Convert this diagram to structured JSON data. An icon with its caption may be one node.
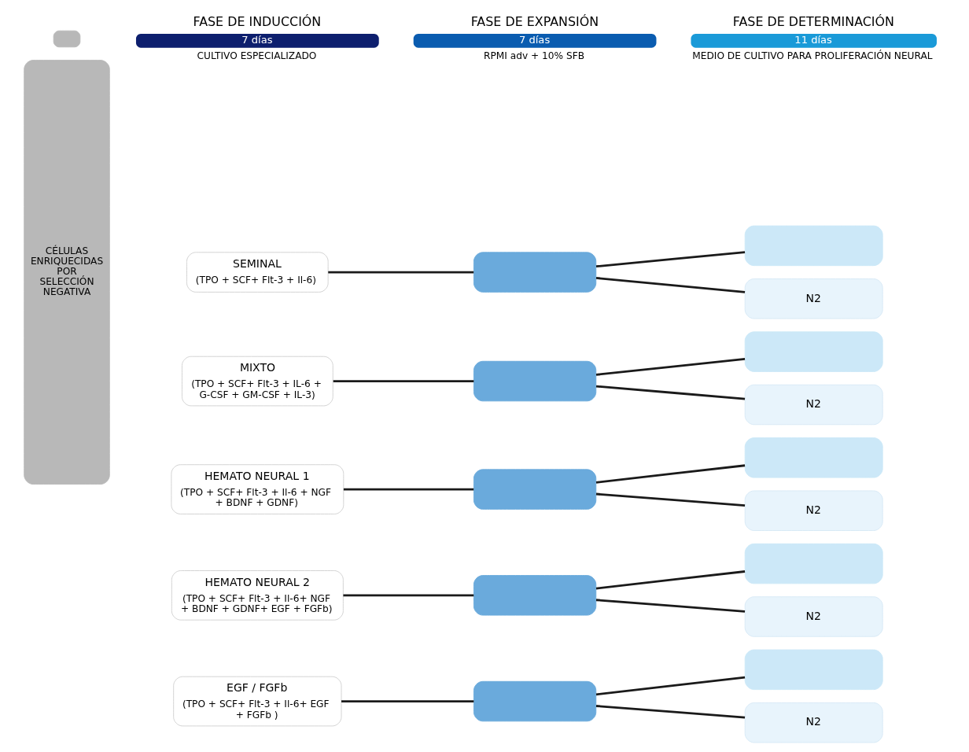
{
  "diagram": {
    "nodes": [
      {
        "text": [],
        "shape": "box"
      },
      {
        "text": [
          "FASE DE INDUCCIÓN",
          "7 días"
        ],
        "beside": [
          "CULTIVO ESPECIALIZADO"
        ]
      },
      {
        "text": [
          "FASE DE EXPANSIÓN",
          "7 días"
        ],
        "beside": [
          "RPMI adv + 10% SFB"
        ]
      },
      {
        "text": [
          "FASE DE DETERMINACIÓN",
          "11 días"
        ],
        "beside": [
          "MEDIO DE CULTIVO PARA PROLIFERACIÓN NEURAL"
        ]
      },
      {
        "text": [
          "CÉLULAS ENRIQUECIDAS POR SELECCIÓN NEGATIVA"
        ]
      },
      {
        "text": [
          "SEMINAL",
          "(TPO + SCF+ Flt-3 + Il-6)"
        ]
      },
      {
        "text": [],
        "shape": "box"
      },
      {
        "text": [
          "N2"
        ]
      },
      {
        "text": [],
        "shape": "box"
      },
      {
        "text": [
          "MIXTO",
          "(TPO + SCF+ Flt-3 + IL-6 + G-CSF + GM-CSF + IL-3)"
        ]
      },
      {
        "text": [],
        "shape": "box"
      },
      {
        "text": [
          "N2"
        ]
      },
      {
        "text": [],
        "shape": "box"
      },
      {
        "text": [
          "HEMATO NEURAL 1",
          "(TPO + SCF+ Flt-3 + Il-6 + NGF + BDNF + GDNF)"
        ]
      },
      {
        "text": [],
        "shape": "box"
      },
      {
        "text": [
          "N2"
        ]
      },
      {
        "text": [],
        "shape": "box"
      },
      {
        "text": [
          "HEMATO NEURAL 2",
          "(TPO + SCF+ Flt-3 + Il-6+ NGF + BDNF + GDNF+ EGF + FGFb)"
        ]
      },
      {
        "text": [],
        "shape": "box"
      },
      {
        "text": [
          "N2"
        ]
      },
      {
        "text": [],
        "shape": "box"
      },
      {
        "text": [
          "EGF / FGFb",
          "(TPO + SCF+ Flt-3 + Il-6+ EGF + FGFb )"
        ]
      },
      {
        "text": [],
        "shape": "box"
      },
      {
        "text": [
          "N2"
        ]
      },
      {
        "text": [],
        "shape": "box"
      }
    ],
    "edges": [
      {
        "from": 5,
        "to": 6,
        "arrow": "none"
      },
      {
        "from": 6,
        "to": 7,
        "arrow": "none"
      },
      {
        "from": 6,
        "to": 8,
        "arrow": "none"
      },
      {
        "from": 9,
        "to": 10,
        "arrow": "none"
      },
      {
        "from": 10,
        "to": 11,
        "arrow": "none"
      },
      {
        "from": 10,
        "to": 12,
        "arrow": "none"
      },
      {
        "from": 13,
        "to": 14,
        "arrow": "none"
      },
      {
        "from": 14,
        "to": 15,
        "arrow": "none"
      },
      {
        "from": 14,
        "to": 16,
        "arrow": "none"
      },
      {
        "from": 17,
        "to": 18,
        "arrow": "none"
      },
      {
        "from": 18,
        "to": 19,
        "arrow": "none"
      },
      {
        "from": 18,
        "to": 20,
        "arrow": "none"
      },
      {
        "from": 21,
        "to": 22,
        "arrow": "none"
      },
      {
        "from": 22,
        "to": 23,
        "arrow": "none"
      },
      {
        "from": 22,
        "to": 24,
        "arrow": "none"
      }
    ]
  }
}
